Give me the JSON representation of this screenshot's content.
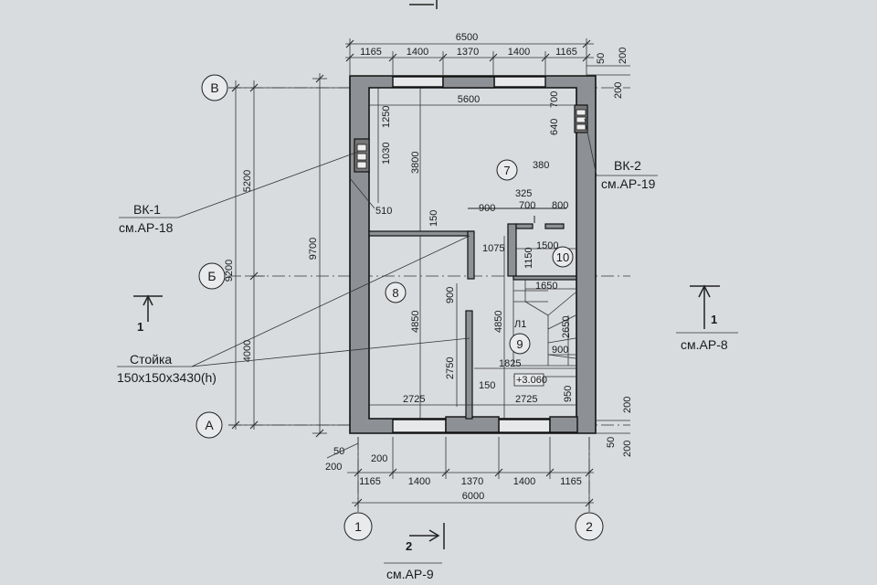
{
  "colors": {
    "paper": "#d9dcdf",
    "wall": "#8d9094",
    "line": "#222222"
  },
  "dims_top": {
    "total": "6500",
    "segments": [
      "1165",
      "1400",
      "1370",
      "1400",
      "1165"
    ],
    "tick_a": "50",
    "tick_b": "200",
    "tick_c": "200"
  },
  "dims_bottom": {
    "segments": [
      "1165",
      "1400",
      "1370",
      "1400",
      "1165"
    ],
    "total": "6000",
    "tick_a": "50",
    "tick_b": "200",
    "tick_c": "200"
  },
  "dims_right": {
    "tick_a": "200",
    "tick_b": "50",
    "tick_c": "200"
  },
  "dims_left": {
    "total_a": "9200",
    "total_b": "9700",
    "seg_a": "5200",
    "seg_b": "4000"
  },
  "axes": {
    "v": "В",
    "b": "Б",
    "a": "А",
    "one": "1",
    "two": "2"
  },
  "interior": {
    "d5600": "5600",
    "d700": "700",
    "d640": "640",
    "d1250": "1250",
    "d1030": "1030",
    "d3800": "3800",
    "d380": "380",
    "d510": "510",
    "d150a": "150",
    "d900a": "900",
    "d325": "325",
    "d700b": "700",
    "d800": "800",
    "d1075": "1075",
    "d1150": "1150",
    "d1500": "1500",
    "d1650": "1650",
    "d900b": "900",
    "d4850a": "4850",
    "d4850b": "4850",
    "d2650": "2650",
    "d900c": "900",
    "d1825": "1825",
    "d2750": "2750",
    "d150b": "150",
    "d2725a": "2725",
    "d2725b": "2725",
    "d950": "950",
    "level": "+3.060",
    "ladder": "Л1"
  },
  "rooms": {
    "r7": "7",
    "r8": "8",
    "r9": "9",
    "r10": "10"
  },
  "callouts": {
    "vk1": "ВК-1",
    "vk1_ref": "см.АР-18",
    "vk2": "ВК-2",
    "vk2_ref": "см.АР-19",
    "post": "Стойка",
    "post_size": "150х150х3430(h)"
  },
  "sections": {
    "left_num": "1",
    "right_num": "1",
    "right_ref": "см.АР-8",
    "bottom_num": "2",
    "bottom_ref": "см.АР-9"
  }
}
